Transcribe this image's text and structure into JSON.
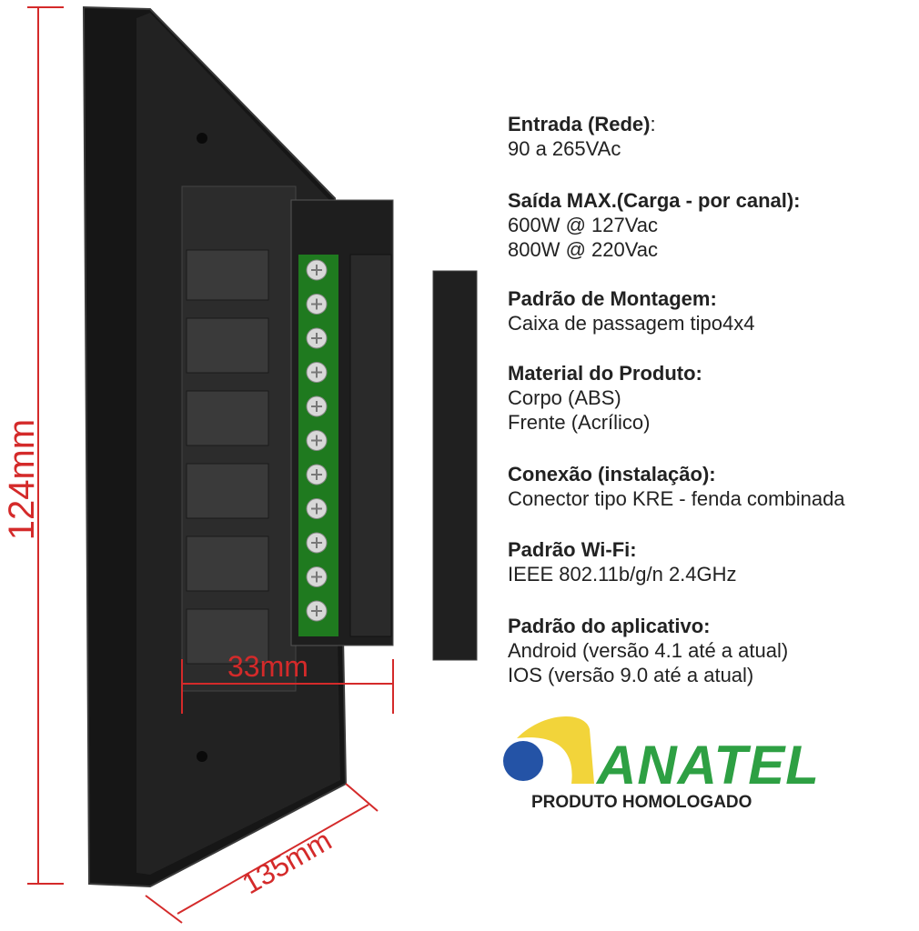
{
  "specs": [
    {
      "heading": "Entrada (Rede)",
      "suffix": ":",
      "lines": [
        "90 a 265VAc"
      ]
    },
    {
      "heading": "Saída MAX.(Carga - por canal):",
      "suffix": "",
      "lines": [
        "600W @ 127Vac",
        "800W @ 220Vac"
      ]
    },
    {
      "heading": "Padrão de Montagem:",
      "suffix": "",
      "lines": [
        "Caixa de passagem tipo4x4"
      ]
    },
    {
      "heading": "Material do Produto:",
      "suffix": "",
      "lines": [
        "Corpo (ABS)",
        "Frente (Acrílico)"
      ]
    },
    {
      "heading": "Conexão (instalação):",
      "suffix": "",
      "lines": [
        "Conector tipo KRE - fenda combinada"
      ]
    },
    {
      "heading": "Padrão Wi-Fi:",
      "suffix": "",
      "lines": [
        "IEEE 802.11b/g/n 2.4GHz"
      ]
    },
    {
      "heading": "Padrão do aplicativo:",
      "suffix": "",
      "lines": [
        "Android (versão 4.1 até a atual)",
        "IOS (versão 9.0 até a atual)"
      ]
    }
  ],
  "dimensions": {
    "height": "124mm",
    "depth": "33mm",
    "width": "135mm"
  },
  "logo": {
    "brand": "ANATEL",
    "subtitle": "PRODUTO HOMOLOGADO"
  },
  "colors": {
    "dimension": "#d42a2a",
    "terminal": "#1f7a1f",
    "anatel_green": "#2ea043",
    "anatel_yellow": "#f2d43a",
    "anatel_blue": "#2453a6"
  }
}
